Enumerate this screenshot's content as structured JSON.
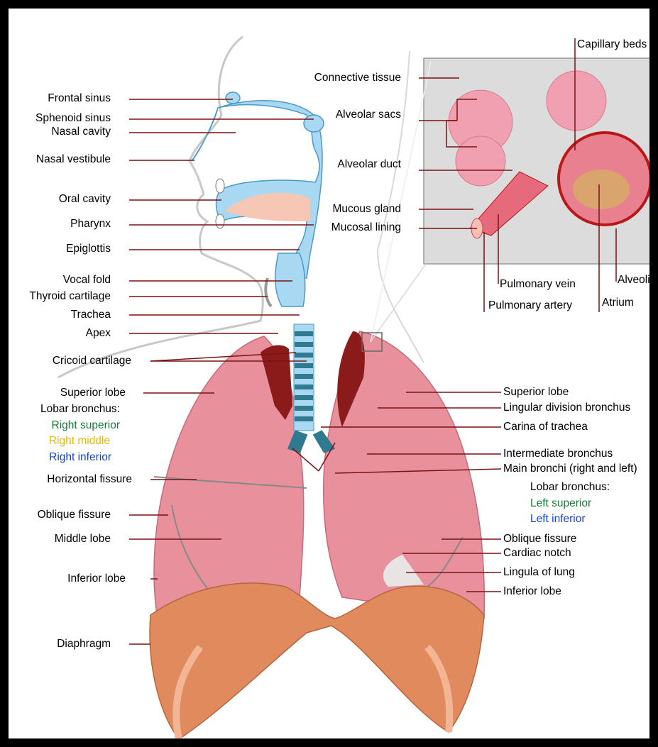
{
  "colors": {
    "airway": "#a9d8f2",
    "lung": "#e8909c",
    "lung_shadow": "#d77f8c",
    "diaphragm": "#e08a5e",
    "leader": "#7a1212",
    "green": "#1b7a3a",
    "yellow": "#e8b800",
    "blue": "#1742d6",
    "trachea": "#2f7a8e",
    "inset_bg": "#dcdcdc"
  },
  "labels_left": {
    "frontal_sinus": "Frontal sinus",
    "sphenoid_sinus": "Sphenoid sinus",
    "nasal_cavity": "Nasal cavity",
    "nasal_vestibule": "Nasal vestibule",
    "oral_cavity": "Oral cavity",
    "pharynx": "Pharynx",
    "epiglottis": "Epiglottis",
    "vocal_fold": "Vocal fold",
    "thyroid_cartilage": "Thyroid cartilage",
    "trachea": "Trachea",
    "apex": "Apex",
    "cricoid_cartilage": "Cricoid cartilage",
    "superior_lobe": "Superior lobe",
    "lobar_bronchus": "Lobar bronchus:",
    "right_superior": "Right superior",
    "right_middle": "Right middle",
    "right_inferior": "Right inferior",
    "horizontal_fissure": "Horizontal fissure",
    "oblique_fissure": "Oblique fissure",
    "middle_lobe": "Middle lobe",
    "inferior_lobe": "Inferior lobe",
    "diaphragm": "Diaphragm"
  },
  "labels_right": {
    "superior_lobe": "Superior lobe",
    "lingular_division_bronchus": "Lingular division bronchus",
    "carina_of_trachea": "Carina of trachea",
    "intermediate_bronchus": "Intermediate bronchus",
    "main_bronchi": "Main bronchi (right and left)",
    "lobar_bronchus": "Lobar bronchus:",
    "left_superior": "Left superior",
    "left_inferior": "Left inferior",
    "oblique_fissure": "Oblique fissure",
    "cardiac_notch": "Cardiac notch",
    "lingula_of_lung": "Lingula of lung",
    "inferior_lobe": "Inferior lobe"
  },
  "labels_inset": {
    "capillary_beds": "Capillary beds",
    "connective_tissue": "Connective tissue",
    "alveolar_sacs": "Alveolar sacs",
    "alveolar_duct": "Alveolar duct",
    "mucous_gland": "Mucous gland",
    "mucosal_lining": "Mucosal lining",
    "pulmonary_vein": "Pulmonary vein",
    "pulmonary_artery": "Pulmonary artery",
    "alveoli": "Alveoli",
    "atrium": "Atrium"
  }
}
